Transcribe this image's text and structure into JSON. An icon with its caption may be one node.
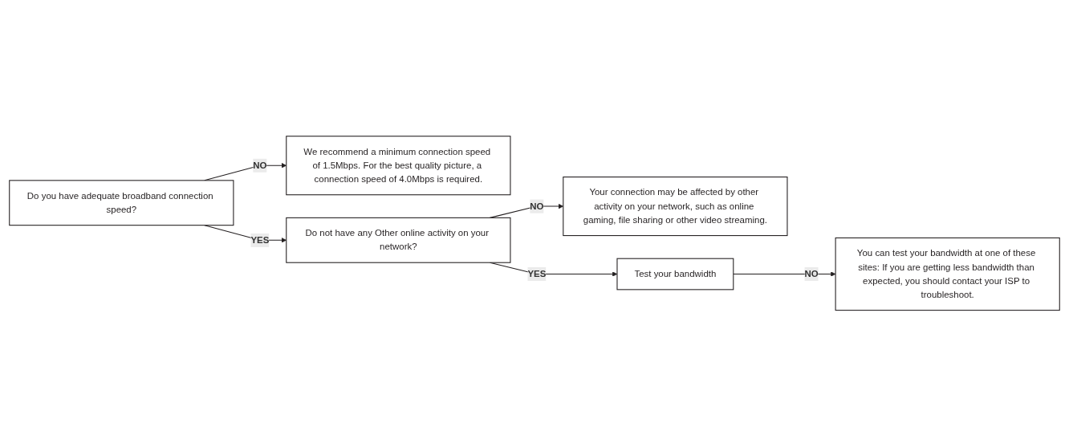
{
  "diagram": {
    "nodes": [
      {
        "text": [
          "Do you have adequate broadband connection speed?"
        ]
      },
      {
        "text": [
          "We recommend a minimum connection speed of 1.5Mbps. For the best quality picture, a connection speed of 4.0Mbps is required."
        ]
      },
      {
        "text": [
          "Do not have any Other online activity on your network?"
        ]
      },
      {
        "text": [
          "Your connection may be affected by other activity on your network, such as online gaming, file sharing or other video streaming."
        ]
      },
      {
        "text": [
          "Test your bandwidth"
        ]
      },
      {
        "text": [
          "You can test your bandwidth at one of these sites: If you are getting less bandwidth than expected, you should contact your ISP to troubleshoot."
        ]
      }
    ],
    "edges": [
      {
        "from": 0,
        "to": 1,
        "arrow": "to",
        "label": "NO"
      },
      {
        "from": 0,
        "to": 2,
        "arrow": "to",
        "label": "YES"
      },
      {
        "from": 2,
        "to": 3,
        "arrow": "to",
        "label": "NO"
      },
      {
        "from": 2,
        "to": 4,
        "arrow": "to",
        "label": "YES"
      },
      {
        "from": 4,
        "to": 5,
        "arrow": "to",
        "label": "NO"
      }
    ]
  }
}
